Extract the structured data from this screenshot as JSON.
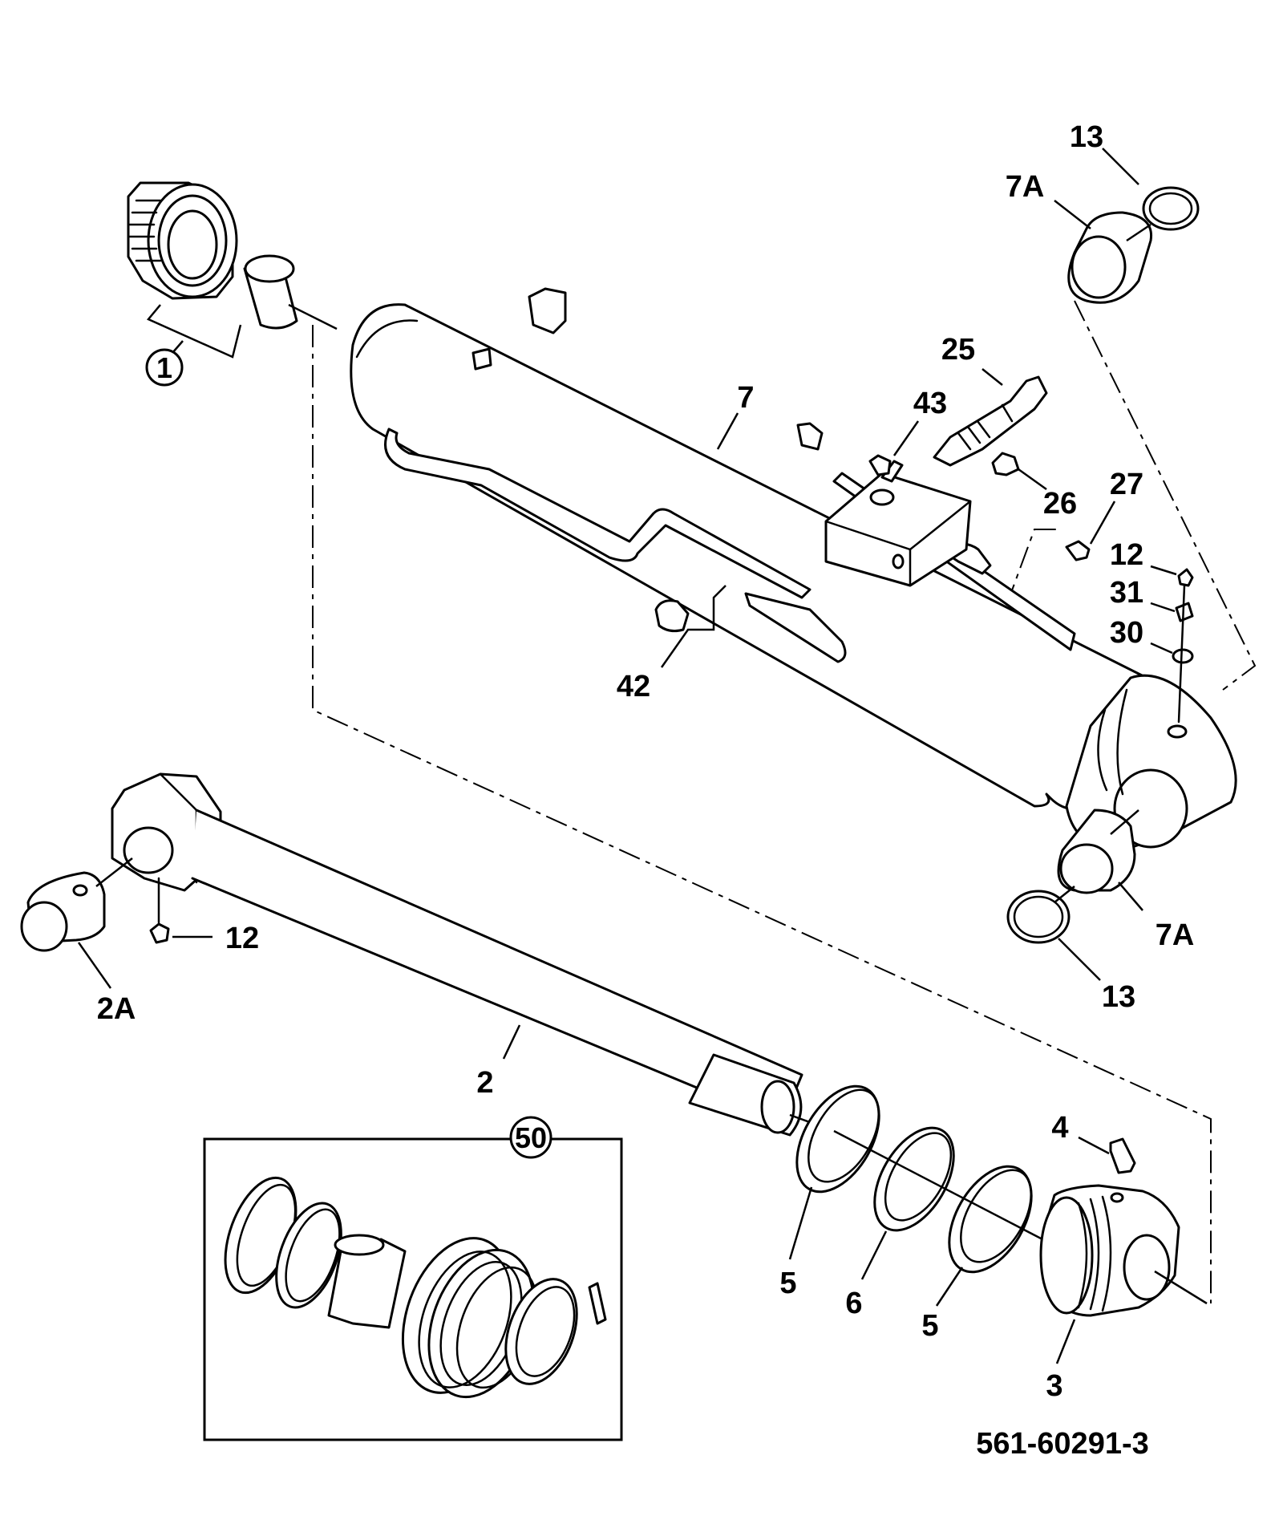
{
  "drawing_number": "561-60291-3",
  "callouts": {
    "c1": "1",
    "c2": "2",
    "c2a": "2A",
    "c3": "3",
    "c4": "4",
    "c5a": "5",
    "c5b": "5",
    "c6": "6",
    "c7": "7",
    "c7a_top": "7A",
    "c7a_bot": "7A",
    "c12_top": "12",
    "c12_bot": "12",
    "c13_top": "13",
    "c13_bot": "13",
    "c25": "25",
    "c26": "26",
    "c27": "27",
    "c30": "30",
    "c31": "31",
    "c42": "42",
    "c43": "43",
    "c50": "50"
  }
}
